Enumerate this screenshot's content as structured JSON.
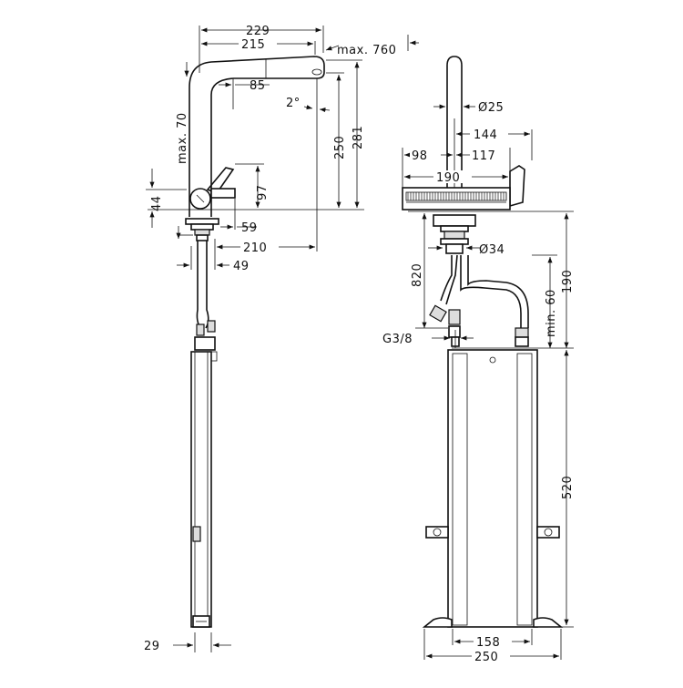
{
  "diagram": {
    "dims_left": {
      "d229": "229",
      "d215": "215",
      "max760": "max. 760",
      "max70": "max. 70",
      "d85": "85",
      "angle2": "2°",
      "d250": "250",
      "d281": "281",
      "d44": "44",
      "d97": "97",
      "d59": "59",
      "d210": "210",
      "d49": "49",
      "d29": "29"
    },
    "dims_right": {
      "dia25": "Ø25",
      "d144": "144",
      "d98": "98",
      "d117": "117",
      "d190w": "190",
      "dia34": "Ø34",
      "d820": "820",
      "min60": "min. 60",
      "d190h": "190",
      "g38": "G3/8",
      "d520": "520",
      "d158": "158",
      "d250": "250"
    }
  }
}
